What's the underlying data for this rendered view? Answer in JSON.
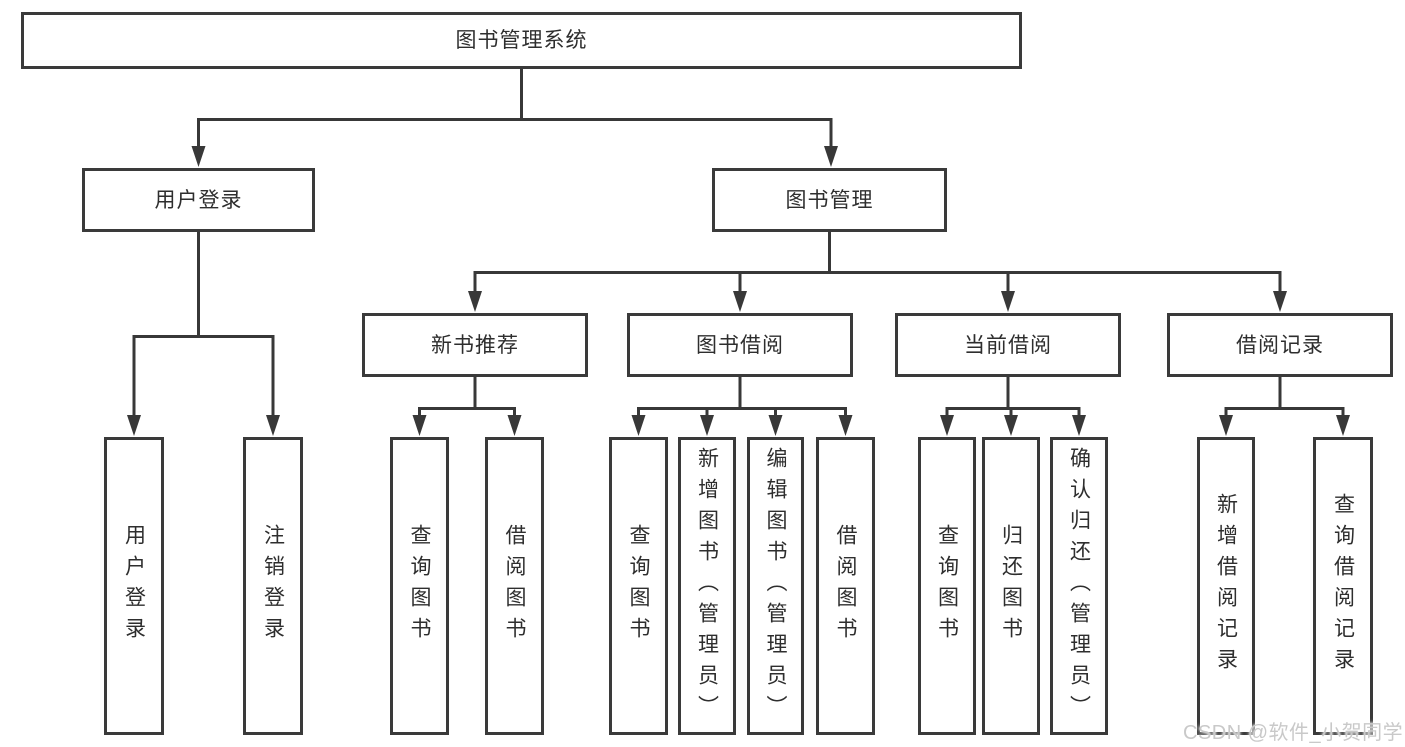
{
  "diagram_title": "图书管理系统",
  "nodes": {
    "root": {
      "label": "图书管理系统"
    },
    "level2": [
      {
        "label": "用户登录"
      },
      {
        "label": "图书管理"
      }
    ],
    "level3": [
      {
        "label": "新书推荐",
        "parent": "图书管理"
      },
      {
        "label": "图书借阅",
        "parent": "图书管理"
      },
      {
        "label": "当前借阅",
        "parent": "图书管理"
      },
      {
        "label": "借阅记录",
        "parent": "图书管理"
      }
    ],
    "leaves": [
      {
        "label": "用户登录",
        "parent": "用户登录"
      },
      {
        "label": "注销登录",
        "parent": "用户登录"
      },
      {
        "label": "查询图书",
        "parent": "新书推荐"
      },
      {
        "label": "借阅图书",
        "parent": "新书推荐"
      },
      {
        "label": "查询图书",
        "parent": "图书借阅"
      },
      {
        "label": "新增图书（管理员）",
        "parent": "图书借阅"
      },
      {
        "label": "编辑图书（管理员）",
        "parent": "图书借阅"
      },
      {
        "label": "借阅图书",
        "parent": "图书借阅"
      },
      {
        "label": "查询图书",
        "parent": "当前借阅"
      },
      {
        "label": "归还图书",
        "parent": "当前借阅"
      },
      {
        "label": "确认归还（管理员）",
        "parent": "当前借阅"
      },
      {
        "label": "新增借阅记录",
        "parent": "借阅记录"
      },
      {
        "label": "查询借阅记录",
        "parent": "借阅记录"
      }
    ]
  },
  "watermark": {
    "text": "CSDN @软件_小贺同学"
  },
  "colors": {
    "line": "#383838",
    "box_border": "#3a3a3a",
    "text": "#2e2e2e",
    "background": "#ffffff",
    "watermark_text": "#c9c9c9"
  }
}
